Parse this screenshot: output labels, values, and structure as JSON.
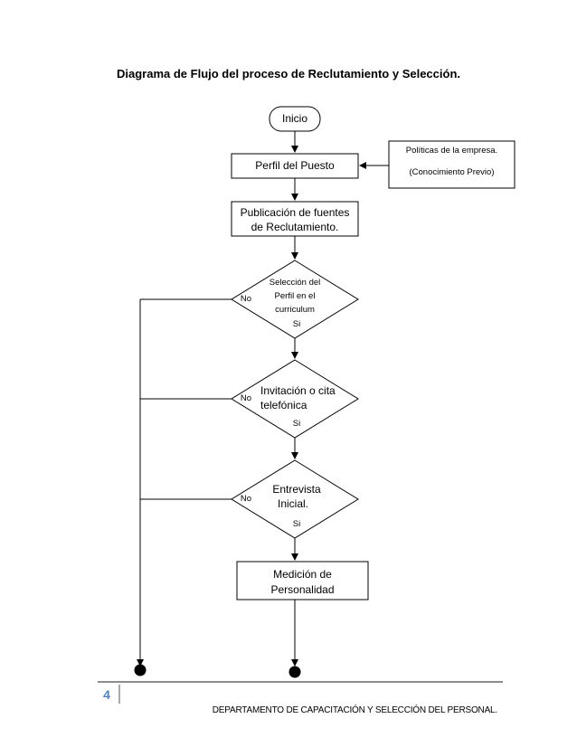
{
  "title": "Diagrama de Flujo del proceso de Reclutamiento y Selección.",
  "nodes": {
    "inicio": "Inicio",
    "perfil": "Perfil del Puesto",
    "politicas_1": "Políticas de la empresa.",
    "politicas_2": "(Conocimiento Previo)",
    "publicacion_1": "Publicación de fuentes",
    "publicacion_2": "de Reclutamiento.",
    "seleccion_1": "Selección del",
    "seleccion_2": "Perfil en el",
    "seleccion_3": "curriculum",
    "invitacion_1": "Invitación o cita",
    "invitacion_2": "telefónica",
    "entrevista_1": "Entrevista",
    "entrevista_2": "Inicial.",
    "medicion_1": "Medición de",
    "medicion_2": "Personalidad"
  },
  "branches": {
    "no": "No",
    "si": "Si"
  },
  "footer": {
    "page_number": "4",
    "department": "DEPARTAMENTO DE CAPACITACIÓN Y SELECCIÓN DEL PERSONAL."
  }
}
